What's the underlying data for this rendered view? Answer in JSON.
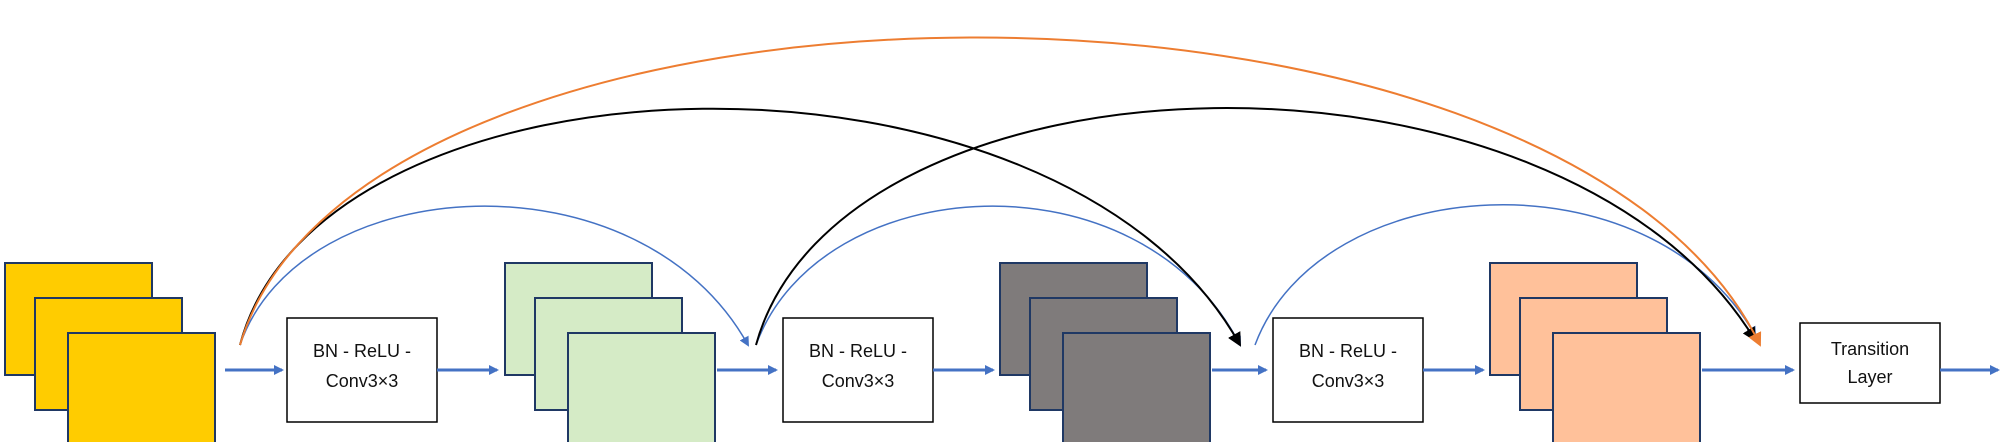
{
  "diagram": {
    "blocks": [
      {
        "line1": "BN - ReLU -",
        "line2": "Conv3×3"
      },
      {
        "line1": "BN - ReLU -",
        "line2": "Conv3×3"
      },
      {
        "line1": "BN - ReLU -",
        "line2": "Conv3×3"
      }
    ],
    "transition": {
      "line1": "Transition",
      "line2": "Layer"
    },
    "feature_map_colors": [
      "#FFCC00",
      "#D5EBC6",
      "#7F7B7B",
      "#FFC19A"
    ],
    "arrow_colors": {
      "flow": "#4472C4",
      "skip_black": "#000000",
      "skip_orange": "#ED7D31"
    }
  }
}
